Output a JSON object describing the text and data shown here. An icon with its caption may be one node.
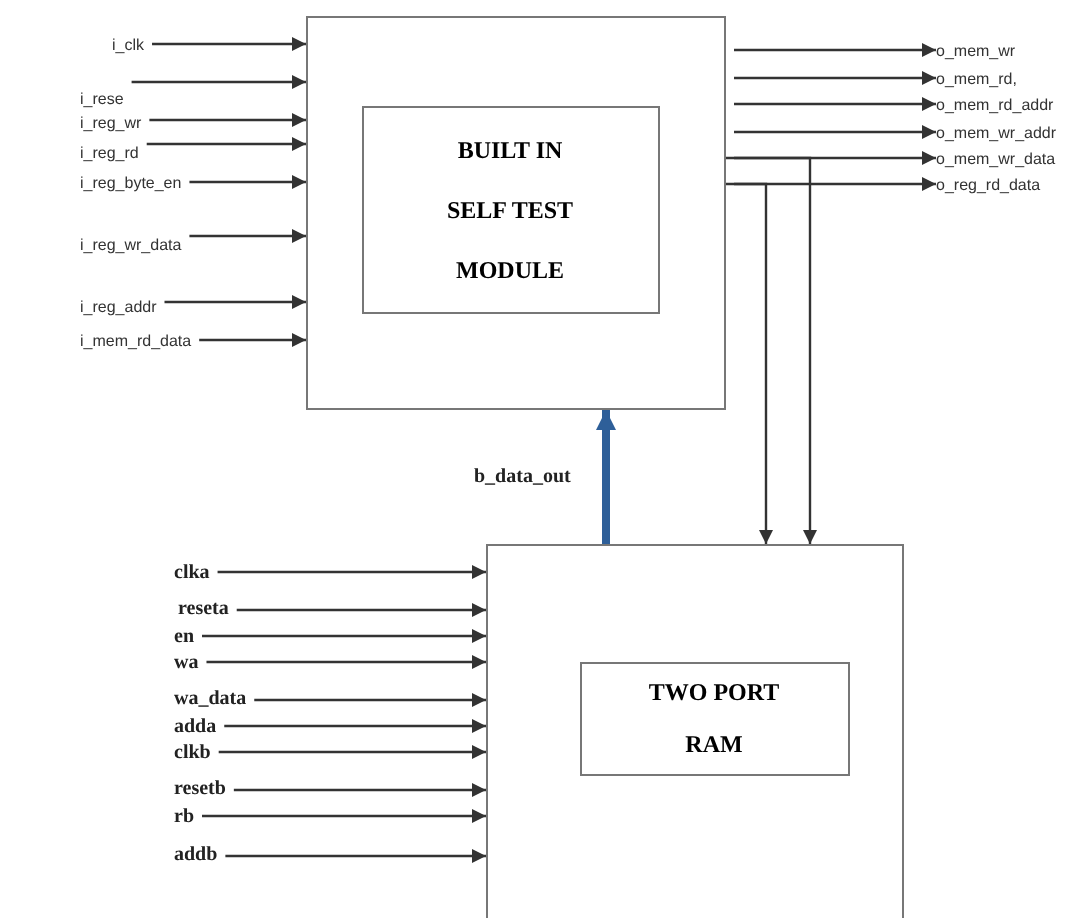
{
  "diagram": {
    "nodes": [
      {
        "text": [],
        "shape": "box"
      },
      {
        "text": [
          "BUILT IN SELF TEST MODULE"
        ],
        "in": 0
      },
      {
        "text": [],
        "shape": "box"
      },
      {
        "text": [
          "TWO PORT RAM"
        ],
        "in": 2
      },
      {
        "text": [
          "i_clk"
        ]
      },
      {
        "text": [
          "i_rese"
        ]
      },
      {
        "text": [
          "i_reg_wr"
        ]
      },
      {
        "text": [
          "i_reg_rd"
        ]
      },
      {
        "text": [
          "i_reg_byte_en"
        ]
      },
      {
        "text": [
          "i_reg_wr_data"
        ]
      },
      {
        "text": [
          "i_reg_addr"
        ]
      },
      {
        "text": [
          "i_mem_rd_data"
        ]
      },
      {
        "text": [
          "o_mem_wr"
        ]
      },
      {
        "text": [
          "o_mem_rd,"
        ]
      },
      {
        "text": [
          "o_mem_rd_addr"
        ]
      },
      {
        "text": [
          "o_mem_wr_addr"
        ]
      },
      {
        "text": [
          "o_mem_wr_data"
        ]
      },
      {
        "text": [
          "o_reg_rd_data"
        ]
      },
      {
        "text": [
          "clka"
        ]
      },
      {
        "text": [
          "reseta"
        ]
      },
      {
        "text": [
          "en"
        ]
      },
      {
        "text": [
          "wa"
        ]
      },
      {
        "text": [
          "wa_data"
        ]
      },
      {
        "text": [
          "adda"
        ]
      },
      {
        "text": [
          "clkb"
        ]
      },
      {
        "text": [
          "resetb"
        ]
      },
      {
        "text": [
          "rb"
        ]
      },
      {
        "text": [
          "addb"
        ]
      }
    ],
    "edges": [
      {
        "from": 4,
        "to": 0,
        "arrow": "to"
      },
      {
        "from": 5,
        "to": 0,
        "arrow": "to"
      },
      {
        "from": 6,
        "to": 0,
        "arrow": "to"
      },
      {
        "from": 7,
        "to": 0,
        "arrow": "to"
      },
      {
        "from": 8,
        "to": 0,
        "arrow": "to"
      },
      {
        "from": 9,
        "to": 0,
        "arrow": "to"
      },
      {
        "from": 10,
        "to": 0,
        "arrow": "to"
      },
      {
        "from": 11,
        "to": 0,
        "arrow": "to"
      },
      {
        "from": 0,
        "to": 12,
        "arrow": "to"
      },
      {
        "from": 0,
        "to": 13,
        "arrow": "to"
      },
      {
        "from": 0,
        "to": 14,
        "arrow": "to"
      },
      {
        "from": 0,
        "to": 15,
        "arrow": "to"
      },
      {
        "from": 0,
        "to": 16,
        "arrow": "to"
      },
      {
        "from": 0,
        "to": 17,
        "arrow": "to"
      },
      {
        "from": 0,
        "to": 2,
        "arrow": "to"
      },
      {
        "from": 0,
        "to": 2,
        "arrow": "to"
      },
      {
        "from": 2,
        "to": 0,
        "arrow": "to",
        "label": "b_data_out",
        "style": "thick",
        "color": "#2e5f99"
      },
      {
        "from": 18,
        "to": 2,
        "arrow": "to"
      },
      {
        "from": 19,
        "to": 2,
        "arrow": "to"
      },
      {
        "from": 20,
        "to": 2,
        "arrow": "to"
      },
      {
        "from": 21,
        "to": 2,
        "arrow": "to"
      },
      {
        "from": 22,
        "to": 2,
        "arrow": "to"
      },
      {
        "from": 23,
        "to": 2,
        "arrow": "to"
      },
      {
        "from": 24,
        "to": 2,
        "arrow": "to"
      },
      {
        "from": 25,
        "to": 2,
        "arrow": "to"
      },
      {
        "from": 26,
        "to": 2,
        "arrow": "to"
      },
      {
        "from": 27,
        "to": 2,
        "arrow": "to"
      }
    ]
  }
}
